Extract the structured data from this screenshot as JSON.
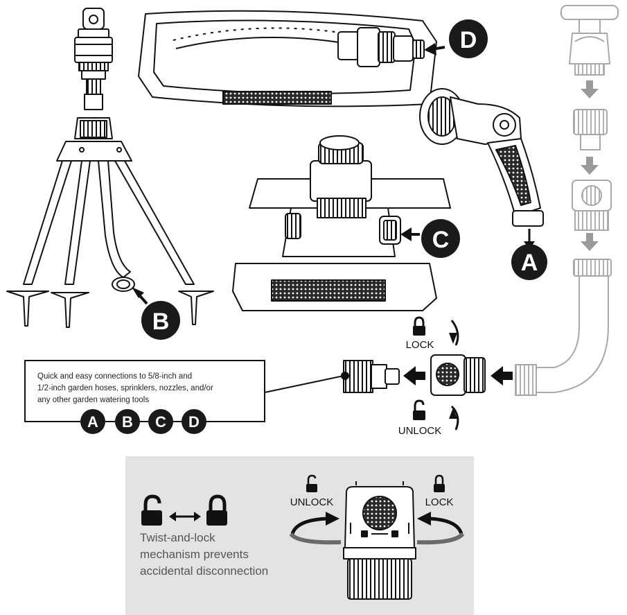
{
  "callouts": {
    "a": "A",
    "b": "B",
    "c": "C",
    "d": "D"
  },
  "connector": {
    "lock_label": "LOCK",
    "unlock_label": "UNLOCK"
  },
  "description_box": {
    "line1": "Quick and easy connections to 5/8-inch and",
    "line2": "1/2-inch garden hoses, sprinklers, nozzles, and/or",
    "line3": "any other garden watering tools",
    "badges": [
      "A",
      "B",
      "C",
      "D"
    ]
  },
  "info_panel": {
    "unlock_label": "UNLOCK",
    "lock_label": "LOCK",
    "caption_line1": "Twist-and-lock",
    "caption_line2": "mechanism prevents",
    "caption_line3": "accidental disconnection"
  },
  "colors": {
    "callout_fill": "#1a1a1a",
    "panel_bg": "#e3e3e3",
    "line_art": "#111111",
    "faded_art": "#a8a8a8"
  }
}
